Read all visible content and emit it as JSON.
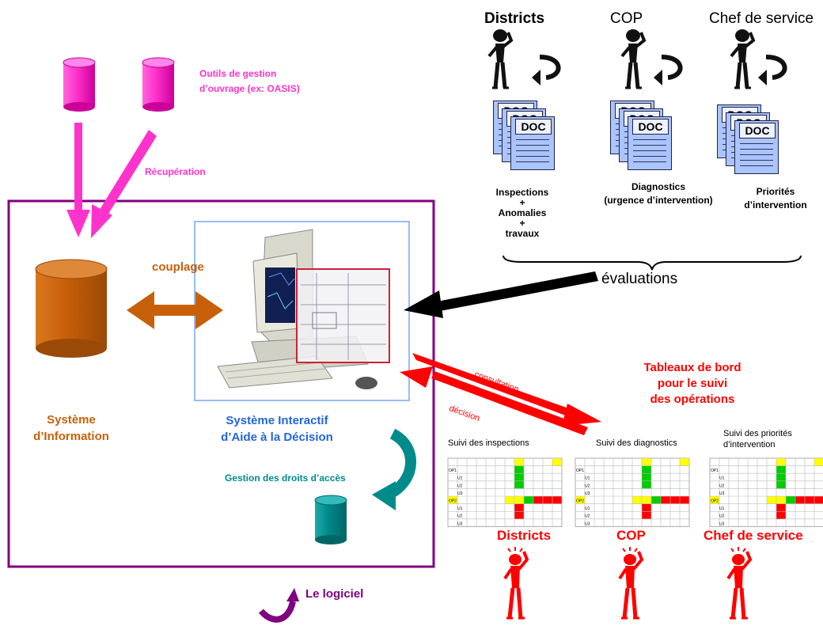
{
  "top": {
    "roles": [
      "Districts",
      "COP",
      "Chef de service"
    ],
    "doc_label": "DOC",
    "captions": [
      [
        "Inspections",
        "+",
        "Anomalies",
        "+",
        "travaux"
      ],
      [
        "Diagnostics",
        "(urgence d’intervention)"
      ],
      [
        "Priorités",
        "d’intervention"
      ]
    ],
    "evaluations": "évaluations"
  },
  "tools": {
    "label_line1": "Outils de gestion",
    "label_line2": "d’ouvrage (ex: OASIS)",
    "recuperation": "Récupération"
  },
  "software": {
    "couplage": "couplage",
    "si_line1": "Système",
    "si_line2": "d’Information",
    "siad_line1": "Système Interactif",
    "siad_line2": "d’Aide à la Décision",
    "rights": "Gestion des droits d’accès",
    "logiciel": "Le logiciel"
  },
  "flows": {
    "consultation": "consultation",
    "decision": "décision"
  },
  "dashboards": {
    "title_line1": "Tableaux de bord",
    "title_line2": "pour le suivi",
    "title_line3": "des opérations",
    "tables": [
      {
        "title": "Suivi des inspections",
        "title2": ""
      },
      {
        "title": "Suivi des diagnostics",
        "title2": ""
      },
      {
        "title": "Suivi des priorités",
        "title2": "d’intervention"
      }
    ],
    "roles": [
      "Districts",
      "COP",
      "Chef de service"
    ],
    "row_labels": [
      "OP1",
      "U1",
      "U2",
      "U3",
      "OP2",
      "U1",
      "U2",
      "U3"
    ]
  },
  "colors": {
    "magenta": "#ff33cc",
    "orange": "#c8600a",
    "purple": "#800080",
    "blue": "#2266dd",
    "teal": "#008b8b",
    "red": "#ff0000",
    "green": "#00cc00",
    "yellow": "#ffff00"
  }
}
